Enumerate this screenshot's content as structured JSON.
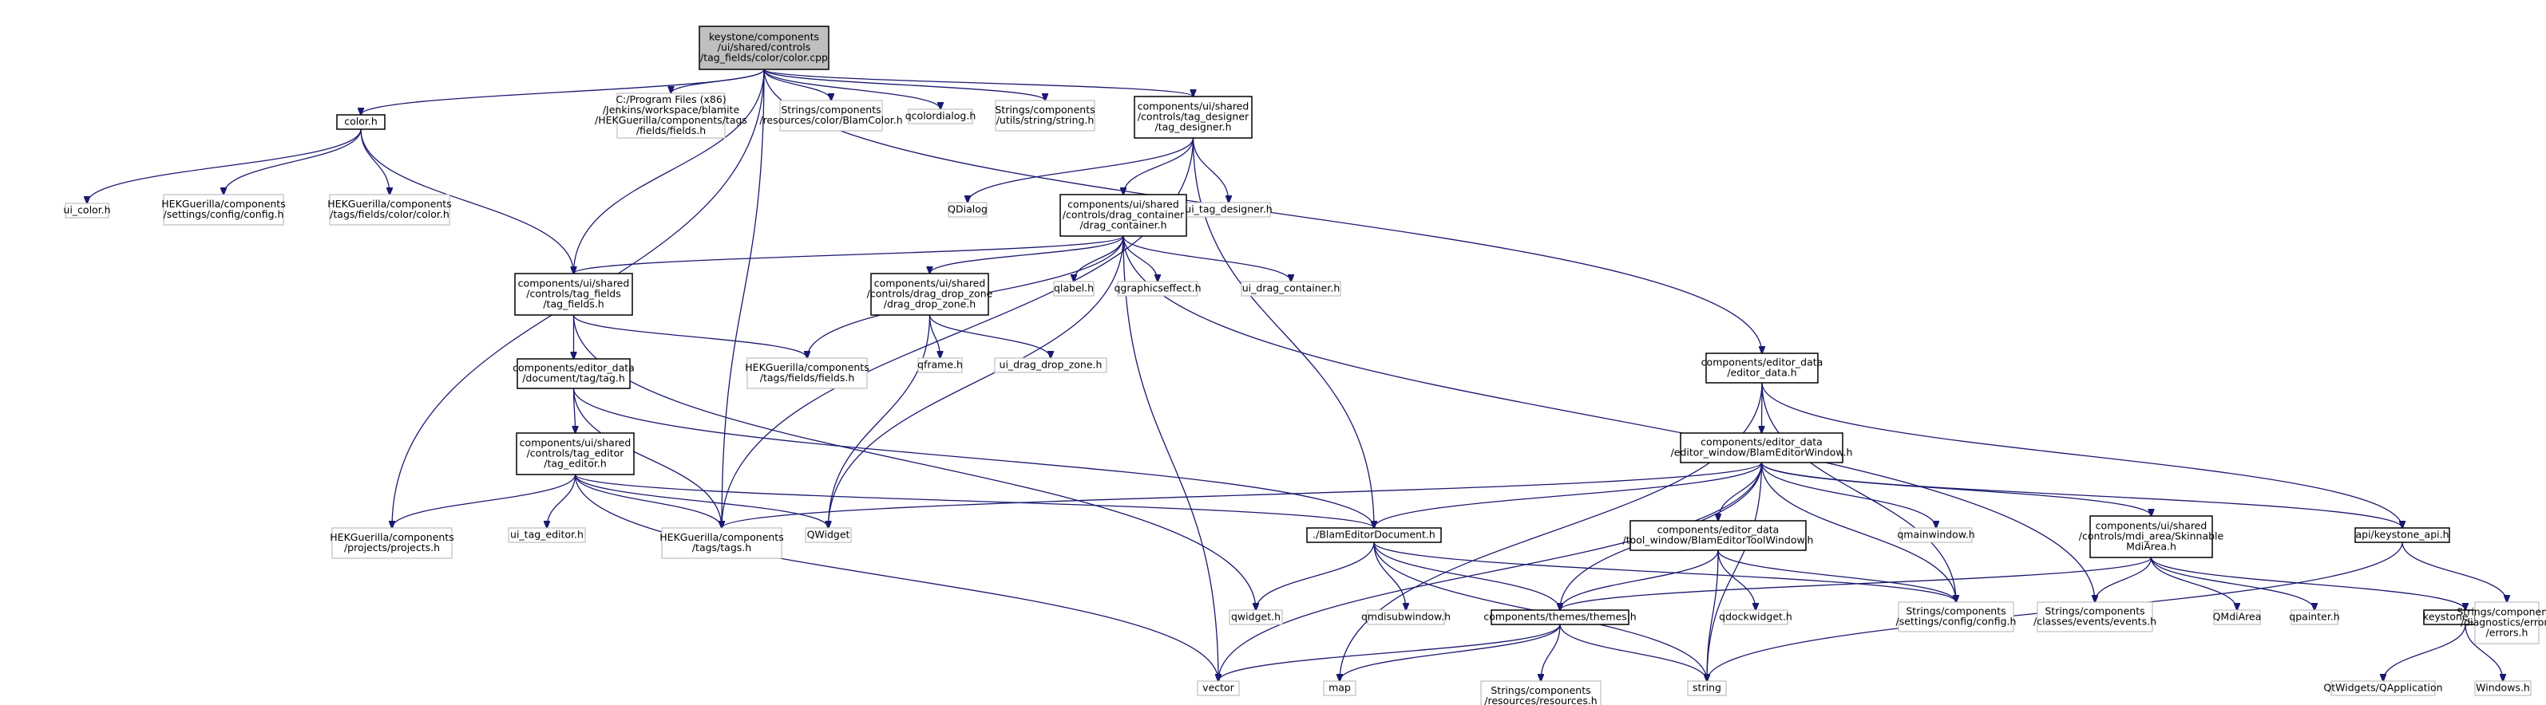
{
  "diagram": {
    "type": "include-dependency-graph",
    "edge_color": "#191970",
    "root_fill": "#bfbfbf",
    "nodes": [
      {
        "id": "root",
        "lines": [
          "keystone/components",
          "/ui/shared/controls",
          "/tag_fields/color/color.cpp"
        ],
        "style": "root"
      },
      {
        "id": "color_h",
        "lines": [
          "color.h"
        ],
        "style": "solid"
      },
      {
        "id": "hek_fields_path",
        "lines": [
          "C:/Program Files (x86)",
          "/Jenkins/workspace/blamite",
          "/HEKGuerilla/components/tags",
          "/fields/fields.h"
        ],
        "style": "missing"
      },
      {
        "id": "blamcolor",
        "lines": [
          "Strings/components",
          "/resources/color/BlamColor.h"
        ],
        "style": "missing"
      },
      {
        "id": "qcolordialog",
        "lines": [
          "qcolordialog.h"
        ],
        "style": "missing"
      },
      {
        "id": "string_h",
        "lines": [
          "Strings/components",
          "/utils/string/string.h"
        ],
        "style": "missing"
      },
      {
        "id": "tag_designer",
        "lines": [
          "components/ui/shared",
          "/controls/tag_designer",
          "/tag_designer.h"
        ],
        "style": "solid"
      },
      {
        "id": "ui_color",
        "lines": [
          "ui_color.h"
        ],
        "style": "missing"
      },
      {
        "id": "settings_config",
        "lines": [
          "HEKGuerilla/components",
          "/settings/config/config.h"
        ],
        "style": "missing"
      },
      {
        "id": "tags_color",
        "lines": [
          "HEKGuerilla/components",
          "/tags/fields/color/color.h"
        ],
        "style": "missing"
      },
      {
        "id": "qdialog",
        "lines": [
          "QDialog"
        ],
        "style": "missing"
      },
      {
        "id": "drag_container",
        "lines": [
          "components/ui/shared",
          "/controls/drag_container",
          "/drag_container.h"
        ],
        "style": "solid"
      },
      {
        "id": "ui_tag_designer",
        "lines": [
          "ui_tag_designer.h"
        ],
        "style": "missing"
      },
      {
        "id": "tag_fields",
        "lines": [
          "components/ui/shared",
          "/controls/tag_fields",
          "/tag_fields.h"
        ],
        "style": "solid"
      },
      {
        "id": "drag_drop_zone",
        "lines": [
          "components/ui/shared",
          "/controls/drag_drop_zone",
          "/drag_drop_zone.h"
        ],
        "style": "solid"
      },
      {
        "id": "qlabel",
        "lines": [
          "qlabel.h"
        ],
        "style": "missing"
      },
      {
        "id": "qgraphicseffect",
        "lines": [
          "qgraphicseffect.h"
        ],
        "style": "missing"
      },
      {
        "id": "ui_drag_container",
        "lines": [
          "ui_drag_container.h"
        ],
        "style": "missing"
      },
      {
        "id": "hek_fields",
        "lines": [
          "HEKGuerilla/components",
          "/tags/fields/fields.h"
        ],
        "style": "missing"
      },
      {
        "id": "tag_h",
        "lines": [
          "components/editor_data",
          "/document/tag/tag.h"
        ],
        "style": "solid"
      },
      {
        "id": "qframe",
        "lines": [
          "qframe.h"
        ],
        "style": "missing"
      },
      {
        "id": "ui_drag_drop_zone",
        "lines": [
          "ui_drag_drop_zone.h"
        ],
        "style": "missing"
      },
      {
        "id": "editor_data",
        "lines": [
          "components/editor_data",
          "/editor_data.h"
        ],
        "style": "solid"
      },
      {
        "id": "tag_editor",
        "lines": [
          "components/ui/shared",
          "/controls/tag_editor",
          "/tag_editor.h"
        ],
        "style": "solid"
      },
      {
        "id": "blam_editor_window",
        "lines": [
          "components/editor_data",
          "/editor_window/BlamEditorWindow.h"
        ],
        "style": "solid"
      },
      {
        "id": "projects",
        "lines": [
          "HEKGuerilla/components",
          "/projects/projects.h"
        ],
        "style": "missing"
      },
      {
        "id": "ui_tag_editor",
        "lines": [
          "ui_tag_editor.h"
        ],
        "style": "missing"
      },
      {
        "id": "tags_h",
        "lines": [
          "HEKGuerilla/components",
          "/tags/tags.h"
        ],
        "style": "missing"
      },
      {
        "id": "qwidget_cap",
        "lines": [
          "QWidget"
        ],
        "style": "missing"
      },
      {
        "id": "blam_editor_document",
        "lines": [
          "./BlamEditorDocument.h"
        ],
        "style": "solid"
      },
      {
        "id": "tool_window",
        "lines": [
          "components/editor_data",
          "/tool_window/BlamEditorToolWindow.h"
        ],
        "style": "solid"
      },
      {
        "id": "qmainwindow",
        "lines": [
          "qmainwindow.h"
        ],
        "style": "missing"
      },
      {
        "id": "skinnable",
        "lines": [
          "components/ui/shared",
          "/controls/mdi_area/Skinnable",
          "MdiArea.h"
        ],
        "style": "solid"
      },
      {
        "id": "keystone_api",
        "lines": [
          "api/keystone_api.h"
        ],
        "style": "solid"
      },
      {
        "id": "qwidget_h",
        "lines": [
          "qwidget.h"
        ],
        "style": "missing"
      },
      {
        "id": "qmdisubwindow",
        "lines": [
          "qmdisubwindow.h"
        ],
        "style": "missing"
      },
      {
        "id": "themes",
        "lines": [
          "components/themes/themes.h"
        ],
        "style": "solid"
      },
      {
        "id": "qdockwidget",
        "lines": [
          "qdockwidget.h"
        ],
        "style": "missing"
      },
      {
        "id": "strings_config",
        "lines": [
          "Strings/components",
          "/settings/config/config.h"
        ],
        "style": "missing"
      },
      {
        "id": "events",
        "lines": [
          "Strings/components",
          "/classes/events/events.h"
        ],
        "style": "missing"
      },
      {
        "id": "qmdiarea",
        "lines": [
          "QMdiArea"
        ],
        "style": "missing"
      },
      {
        "id": "qpainter",
        "lines": [
          "qpainter.h"
        ],
        "style": "missing"
      },
      {
        "id": "keystone_main",
        "lines": [
          "keystone_main.h"
        ],
        "style": "solid"
      },
      {
        "id": "errors",
        "lines": [
          "Strings/components",
          "/diagnostics/errors",
          "/errors.h"
        ],
        "style": "missing"
      },
      {
        "id": "vector",
        "lines": [
          "vector"
        ],
        "style": "missing"
      },
      {
        "id": "map",
        "lines": [
          "map"
        ],
        "style": "missing"
      },
      {
        "id": "resources",
        "lines": [
          "Strings/components",
          "/resources/resources.h"
        ],
        "style": "missing"
      },
      {
        "id": "string",
        "lines": [
          "string"
        ],
        "style": "missing"
      },
      {
        "id": "qapplication",
        "lines": [
          "QtWidgets/QApplication"
        ],
        "style": "missing"
      },
      {
        "id": "windows",
        "lines": [
          "Windows.h"
        ],
        "style": "missing"
      }
    ],
    "edges": [
      [
        "root",
        "color_h"
      ],
      [
        "root",
        "hek_fields_path"
      ],
      [
        "root",
        "blamcolor"
      ],
      [
        "root",
        "qcolordialog"
      ],
      [
        "root",
        "string_h"
      ],
      [
        "root",
        "tag_designer"
      ],
      [
        "root",
        "tag_fields"
      ],
      [
        "root",
        "tags_h"
      ],
      [
        "root",
        "projects"
      ],
      [
        "root",
        "editor_data"
      ],
      [
        "color_h",
        "ui_color"
      ],
      [
        "color_h",
        "settings_config"
      ],
      [
        "color_h",
        "tags_color"
      ],
      [
        "color_h",
        "tag_fields"
      ],
      [
        "tag_designer",
        "qdialog"
      ],
      [
        "tag_designer",
        "drag_container"
      ],
      [
        "tag_designer",
        "ui_tag_designer"
      ],
      [
        "tag_designer",
        "tags_h"
      ],
      [
        "tag_designer",
        "blam_editor_document"
      ],
      [
        "drag_container",
        "tag_fields"
      ],
      [
        "drag_container",
        "drag_drop_zone"
      ],
      [
        "drag_container",
        "qlabel"
      ],
      [
        "drag_container",
        "qgraphicseffect"
      ],
      [
        "drag_container",
        "ui_drag_container"
      ],
      [
        "drag_container",
        "hek_fields"
      ],
      [
        "drag_container",
        "qwidget_cap"
      ],
      [
        "drag_container",
        "vector"
      ],
      [
        "drag_container",
        "events"
      ],
      [
        "tag_fields",
        "hek_fields"
      ],
      [
        "tag_fields",
        "tag_h"
      ],
      [
        "tag_fields",
        "qwidget_h"
      ],
      [
        "drag_drop_zone",
        "qframe"
      ],
      [
        "drag_drop_zone",
        "ui_drag_drop_zone"
      ],
      [
        "drag_drop_zone",
        "qwidget_cap"
      ],
      [
        "tag_h",
        "tag_editor"
      ],
      [
        "tag_h",
        "tags_h"
      ],
      [
        "tag_h",
        "blam_editor_document"
      ],
      [
        "tag_editor",
        "projects"
      ],
      [
        "tag_editor",
        "ui_tag_editor"
      ],
      [
        "tag_editor",
        "tags_h"
      ],
      [
        "tag_editor",
        "qwidget_cap"
      ],
      [
        "tag_editor",
        "blam_editor_document"
      ],
      [
        "tag_editor",
        "vector"
      ],
      [
        "editor_data",
        "blam_editor_window"
      ],
      [
        "editor_data",
        "keystone_api"
      ],
      [
        "editor_data",
        "strings_config"
      ],
      [
        "editor_data",
        "map"
      ],
      [
        "blam_editor_window",
        "blam_editor_document"
      ],
      [
        "blam_editor_window",
        "tool_window"
      ],
      [
        "blam_editor_window",
        "qmainwindow"
      ],
      [
        "blam_editor_window",
        "skinnable"
      ],
      [
        "blam_editor_window",
        "keystone_api"
      ],
      [
        "blam_editor_window",
        "tags_h"
      ],
      [
        "blam_editor_window",
        "themes"
      ],
      [
        "blam_editor_window",
        "strings_config"
      ],
      [
        "blam_editor_window",
        "string"
      ],
      [
        "blam_editor_window",
        "vector"
      ],
      [
        "blam_editor_document",
        "qwidget_h"
      ],
      [
        "blam_editor_document",
        "qmdisubwindow"
      ],
      [
        "blam_editor_document",
        "themes"
      ],
      [
        "blam_editor_document",
        "strings_config"
      ],
      [
        "blam_editor_document",
        "string"
      ],
      [
        "tool_window",
        "themes"
      ],
      [
        "tool_window",
        "qdockwidget"
      ],
      [
        "tool_window",
        "strings_config"
      ],
      [
        "tool_window",
        "string"
      ],
      [
        "skinnable",
        "themes"
      ],
      [
        "skinnable",
        "events"
      ],
      [
        "skinnable",
        "qmdiarea"
      ],
      [
        "skinnable",
        "qpainter"
      ],
      [
        "skinnable",
        "keystone_main"
      ],
      [
        "keystone_api",
        "errors"
      ],
      [
        "keystone_api",
        "string"
      ],
      [
        "themes",
        "vector"
      ],
      [
        "themes",
        "map"
      ],
      [
        "themes",
        "resources"
      ],
      [
        "themes",
        "string"
      ],
      [
        "keystone_main",
        "qapplication"
      ],
      [
        "keystone_main",
        "windows"
      ]
    ]
  }
}
